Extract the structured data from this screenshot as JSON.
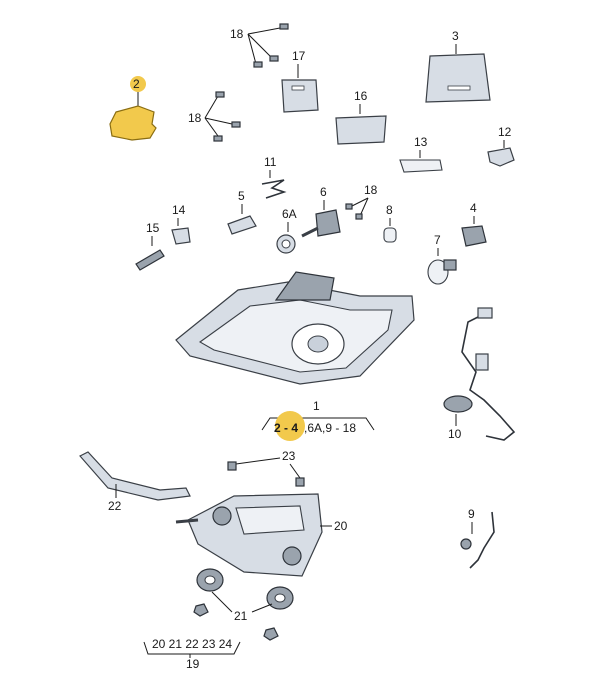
{
  "callouts": {
    "c1": "1",
    "c2": "2",
    "c3": "3",
    "c4": "4",
    "c5": "5",
    "c6": "6",
    "c6a": "6A",
    "c7": "7",
    "c8": "8",
    "c9": "9",
    "c10": "10",
    "c11": "11",
    "c12": "12",
    "c13": "13",
    "c14": "14",
    "c15": "15",
    "c16": "16",
    "c17": "17",
    "c18a": "18",
    "c18b": "18",
    "c18c": "18",
    "c19": "19",
    "c20": "20",
    "c21": "21",
    "c22": "22",
    "c23": "23"
  },
  "groups": {
    "g1_highlight": "2 - 4",
    "g1_rest": ",6A,9 - 18",
    "g19": "20  21  22  23  24"
  },
  "colors": {
    "highlight": "#f2c94c",
    "part_fill": "#d7dde5",
    "part_stroke": "#3a3f46"
  }
}
